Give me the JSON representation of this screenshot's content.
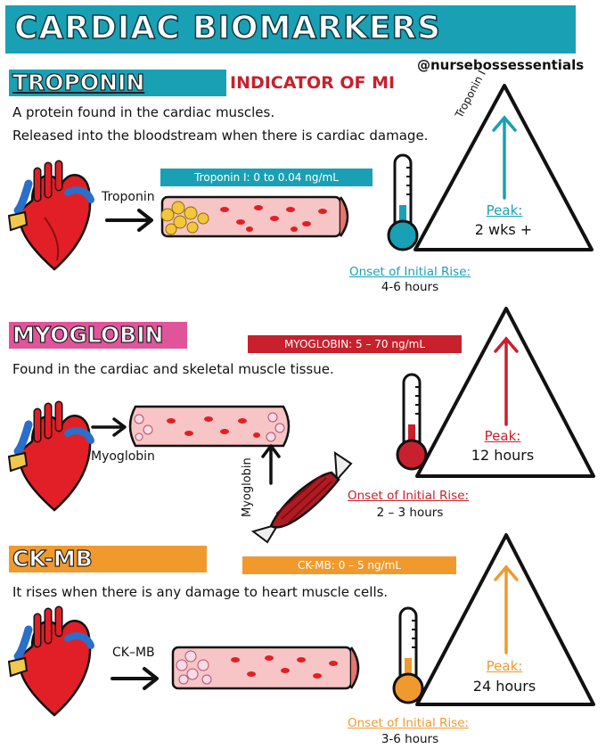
{
  "header": {
    "title": "CARDIAC BIOMARKERS",
    "handle": "@nursebossessentials"
  },
  "colors": {
    "teal": "#1aa0b4",
    "pink": "#e0549a",
    "orange": "#f09a2e",
    "red": "#c8202c",
    "dark": "#111111"
  },
  "troponin": {
    "label": "TROPONIN",
    "tag": "INDICATOR OF MI",
    "desc1": "A protein found in the cardiac muscles.",
    "desc2": "Released into the bloodstream when there is cardiac damage.",
    "range": "Troponin I: 0 to 0.04 ng/mL",
    "arrow_label": "Troponin",
    "triangle_label": "Troponin I",
    "peak_label": "Peak:",
    "peak_value": "2 wks +",
    "onset_label": "Onset of Initial Rise:",
    "onset_value": "4-6 hours",
    "thermo_level": 0.25
  },
  "myoglobin": {
    "label": "MYOGLOBIN",
    "desc": "Found in the cardiac and skeletal muscle tissue.",
    "range": "MYOGLOBIN: 5 – 70 ng/mL",
    "arrow_label": "Myoglobin",
    "muscle_label": "Myoglobin",
    "peak_label": "Peak:",
    "peak_value": "12 hours",
    "onset_label": "Onset of Initial Rise:",
    "onset_value": "2 – 3 hours",
    "thermo_level": 0.25
  },
  "ckmb": {
    "label": "CK-MB",
    "desc": "It rises when there is any damage to heart muscle cells.",
    "range": "CK-MB: 0 – 5 ng/mL",
    "arrow_label": "CK–MB",
    "peak_label": "Peak:",
    "peak_value": "24 hours",
    "onset_label": "Onset of Initial Rise:",
    "onset_value": "3-6 hours",
    "thermo_level": 0.25
  }
}
